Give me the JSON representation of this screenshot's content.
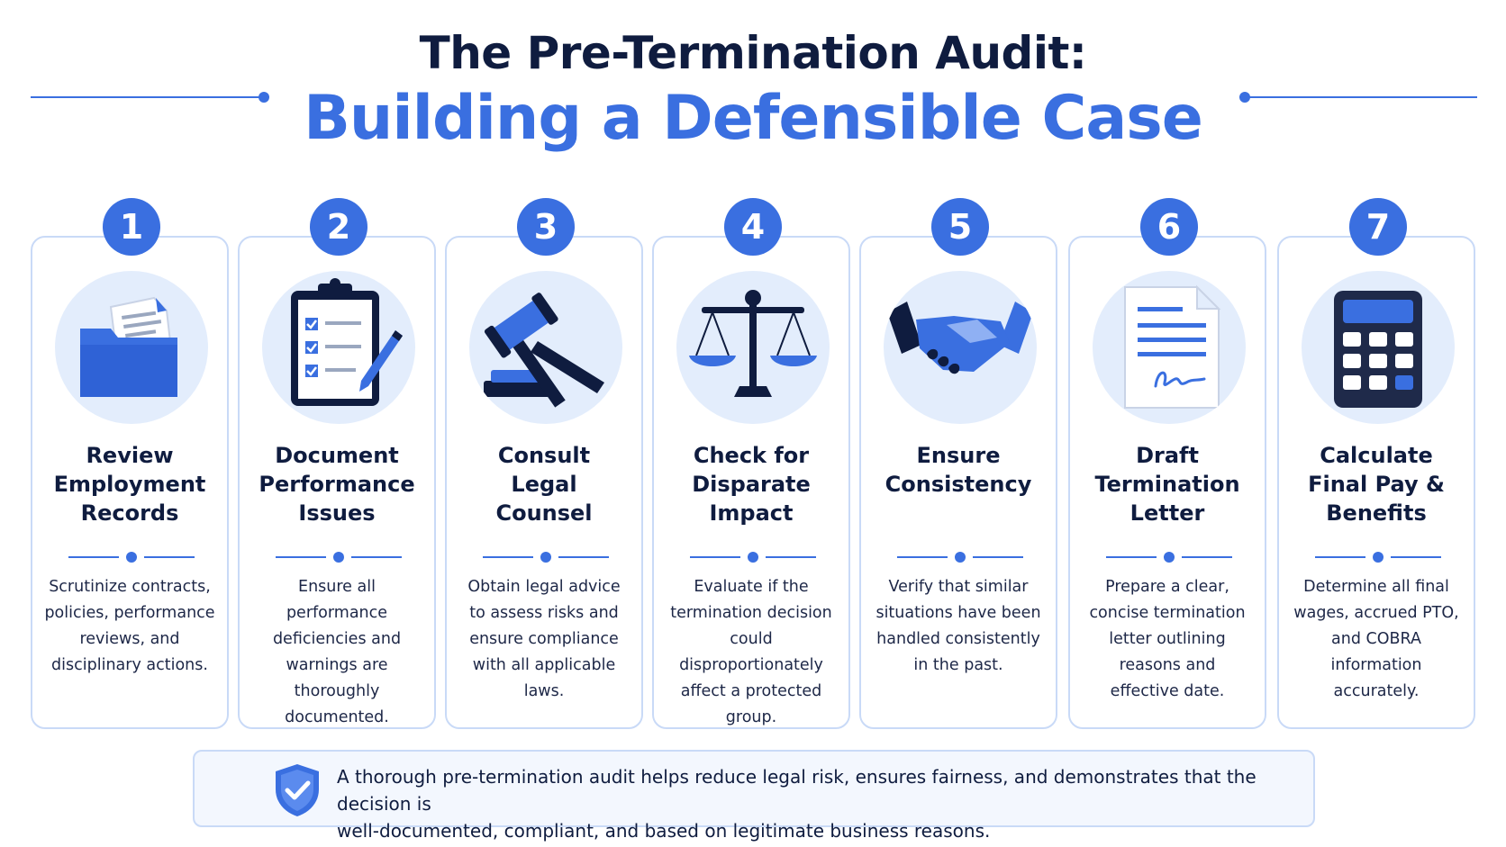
{
  "header": {
    "title_line1": "The Pre-Termination Audit:",
    "title_line2": "Building a Defensible Case"
  },
  "colors": {
    "accent": "#3a6fe0",
    "navy": "#0f1c3f",
    "light_blue": "#e3edfc",
    "card_border": "#c9daf7"
  },
  "steps": [
    {
      "number": "1",
      "icon": "folder-documents-icon",
      "title_lines": [
        "Review",
        "Employment",
        "Records"
      ],
      "description_lines": [
        "Scrutinize contracts,",
        "policies, performance",
        "reviews, and",
        "disciplinary actions."
      ]
    },
    {
      "number": "2",
      "icon": "clipboard-checklist-icon",
      "title_lines": [
        "Document",
        "Performance",
        "Issues"
      ],
      "description_lines": [
        "Ensure all performance",
        "deficiencies and",
        "warnings are",
        "thoroughly",
        "documented."
      ]
    },
    {
      "number": "3",
      "icon": "gavel-icon",
      "title_lines": [
        "Consult",
        "Legal",
        "Counsel"
      ],
      "description_lines": [
        "Obtain legal advice",
        "to assess risks and",
        "ensure compliance",
        "with all applicable",
        "laws."
      ]
    },
    {
      "number": "4",
      "icon": "scales-of-justice-icon",
      "title_lines": [
        "Check for",
        "Disparate",
        "Impact"
      ],
      "description_lines": [
        "Evaluate if the",
        "termination decision",
        "could disproportionately",
        "affect a protected",
        "group."
      ]
    },
    {
      "number": "5",
      "icon": "handshake-icon",
      "title_lines": [
        "Ensure",
        "Consistency"
      ],
      "description_lines": [
        "Verify that similar",
        "situations have been",
        "handled consistently",
        "in the past."
      ]
    },
    {
      "number": "6",
      "icon": "signed-letter-icon",
      "title_lines": [
        "Draft",
        "Termination",
        "Letter"
      ],
      "description_lines": [
        "Prepare a clear,",
        "concise termination",
        "letter outlining",
        "reasons and",
        "effective date."
      ]
    },
    {
      "number": "7",
      "icon": "calculator-icon",
      "title_lines": [
        "Calculate",
        "Final Pay &",
        "Benefits"
      ],
      "description_lines": [
        "Determine all final",
        "wages, accrued PTO,",
        "and COBRA",
        "information",
        "accurately."
      ]
    }
  ],
  "footer": {
    "icon": "shield-check-icon",
    "text_line1": "A thorough pre-termination audit helps reduce legal risk, ensures fairness, and demonstrates that the decision is",
    "text_line2": "well-documented, compliant, and based on legitimate business reasons."
  }
}
